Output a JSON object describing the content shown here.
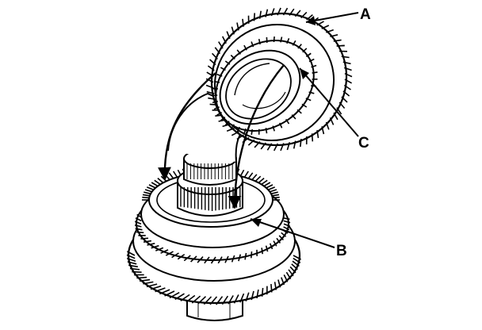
{
  "figure": {
    "labels": {
      "a": "A",
      "b": "B",
      "c": "C"
    },
    "colors": {
      "line": "#000000",
      "background": "#ffffff"
    }
  }
}
